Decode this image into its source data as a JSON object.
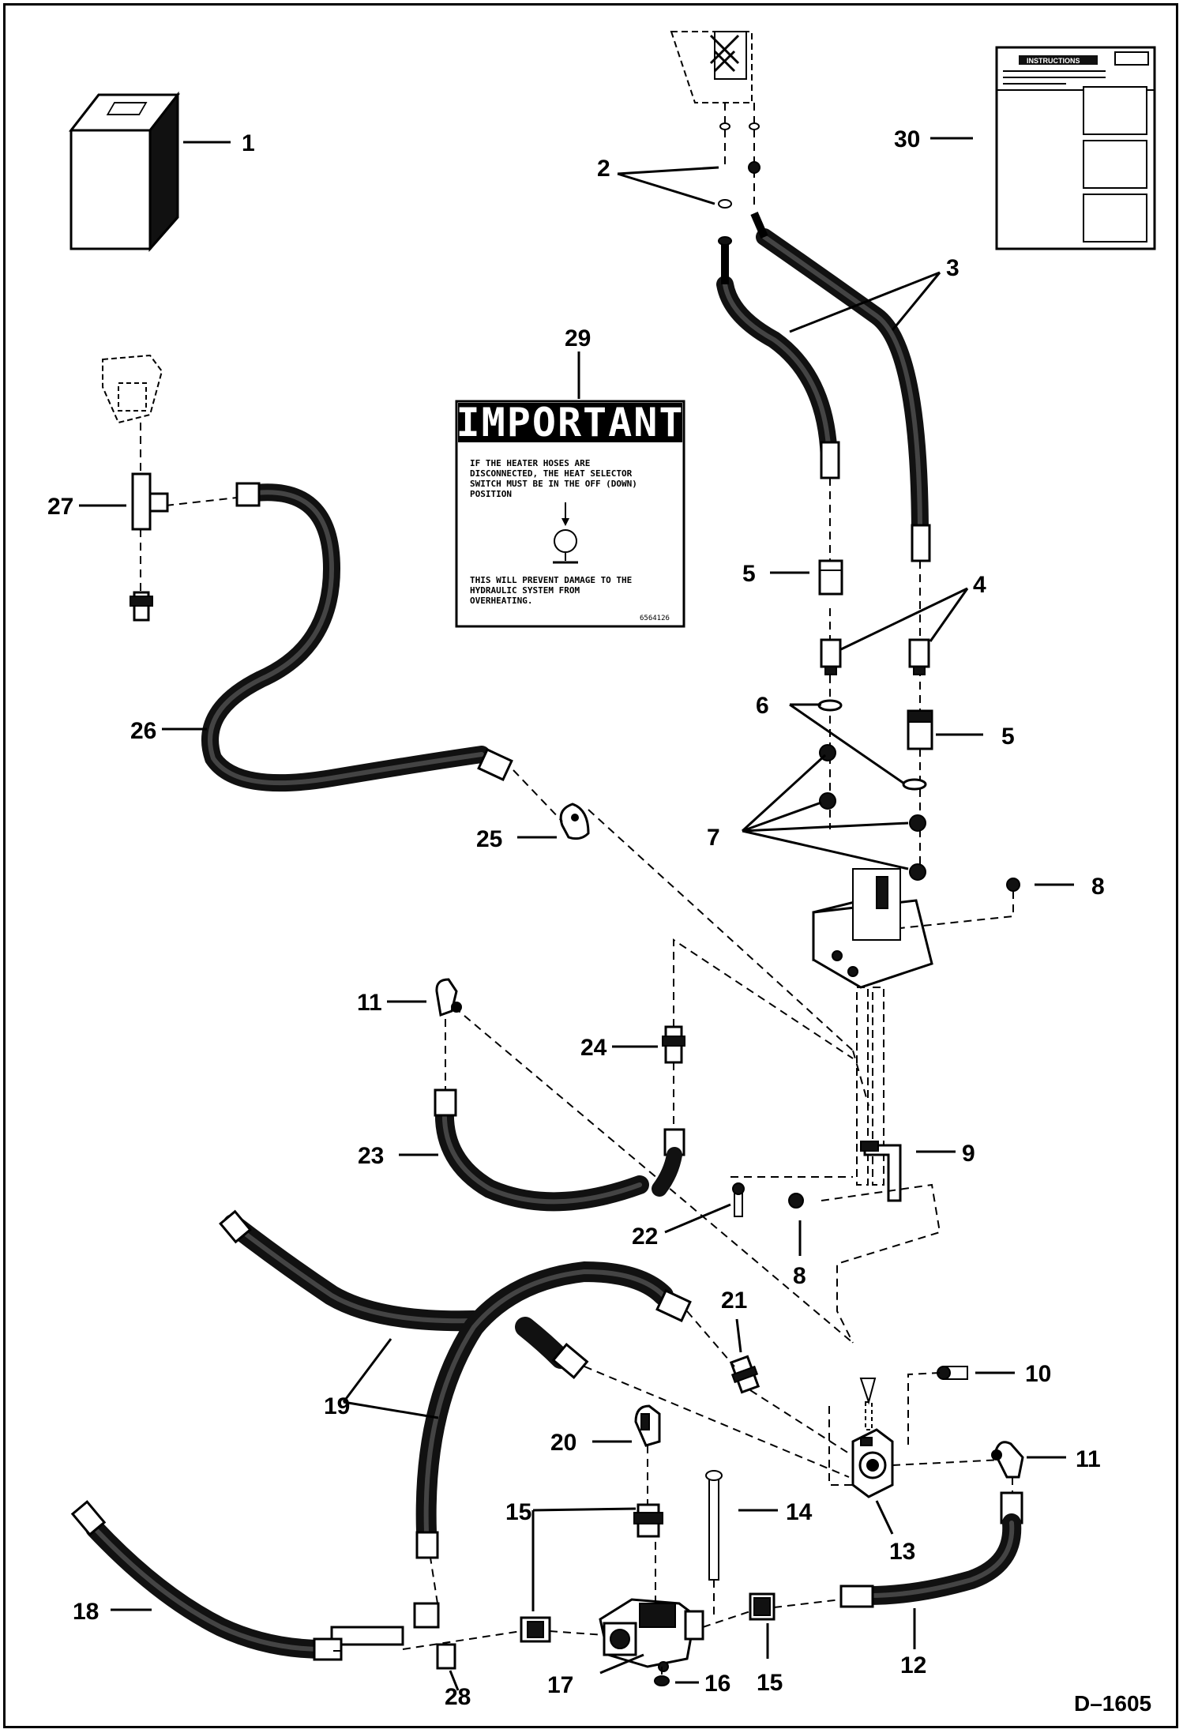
{
  "drawing_code": "D–1605",
  "decal": {
    "title": "IMPORTANT",
    "line1": "IF THE HEATER HOSES ARE",
    "line2": "DISCONNECTED, THE HEAT SELECTOR",
    "line3": "SWITCH MUST BE IN THE OFF (DOWN)",
    "line4": "POSITION",
    "line5": "THIS WILL PREVENT DAMAGE TO THE",
    "line6": "HYDRAULIC SYSTEM FROM",
    "line7": "OVERHEATING.",
    "part_no": "6564126"
  },
  "manual": {
    "title": "INSTRUCTIONS"
  },
  "callouts": {
    "c1": "1",
    "c2": "2",
    "c3": "3",
    "c4": "4",
    "c5a": "5",
    "c5b": "5",
    "c6": "6",
    "c7": "7",
    "c8a": "8",
    "c8b": "8",
    "c9": "9",
    "c10": "10",
    "c11a": "11",
    "c11b": "11",
    "c12": "12",
    "c13": "13",
    "c14": "14",
    "c15a": "15",
    "c15b": "15",
    "c16": "16",
    "c17": "17",
    "c18": "18",
    "c19": "19",
    "c20": "20",
    "c21": "21",
    "c22": "22",
    "c23": "23",
    "c24": "24",
    "c25": "25",
    "c26": "26",
    "c27": "27",
    "c28": "28",
    "c29": "29",
    "c30": "30"
  }
}
